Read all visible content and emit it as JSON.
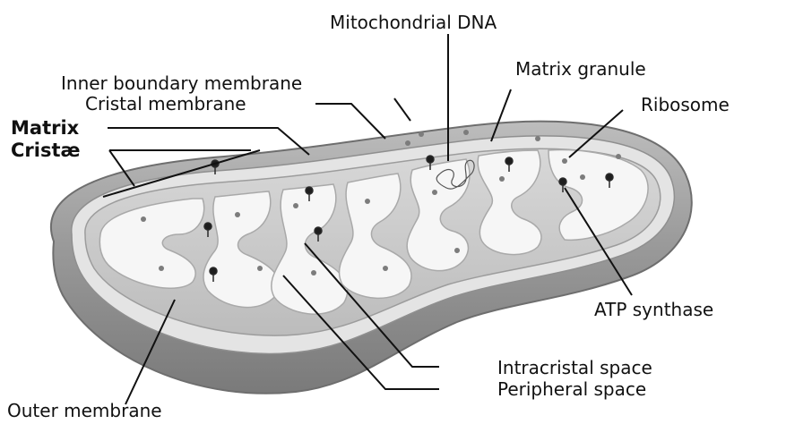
{
  "diagram": {
    "labels": {
      "mitochondrial_dna": "Mitochondrial DNA",
      "inner_boundary_membrane": "Inner boundary membrane",
      "matrix_granule": "Matrix granule",
      "cristal_membrane": "Cristal membrane",
      "ribosome": "Ribosome",
      "matrix": "Matrix",
      "cristae": "Cristæ",
      "atp_synthase": "ATP synthase",
      "intracristal_space": "Intracristal space",
      "peripheral_space": "Peripheral space",
      "outer_membrane": "Outer membrane"
    },
    "colors": {
      "outer_membrane": "#8a8a8a",
      "outer_membrane_light": "#c7c7c7",
      "inner_surface": "#f1f1f1",
      "cristae_edge": "#b9b9b9",
      "label_text": "#111111"
    }
  }
}
